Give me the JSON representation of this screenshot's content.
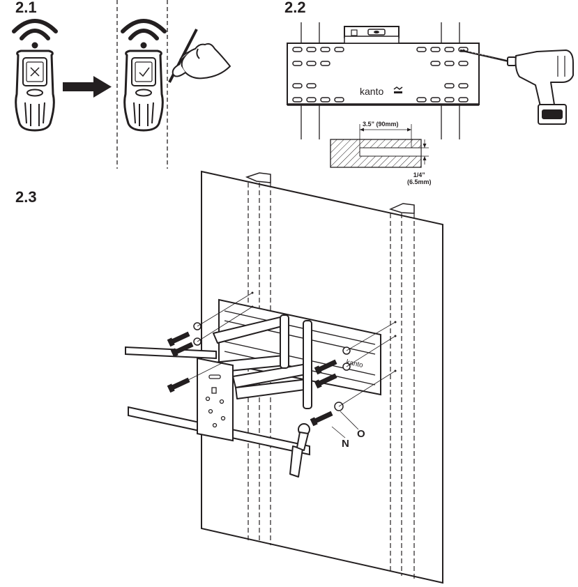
{
  "steps": {
    "s21": "2.1",
    "s22": "2.2",
    "s23": "2.3"
  },
  "dimensions": {
    "depth": "3.5” (90mm)",
    "hole_line1": "1/4”",
    "hole_line2": "(6.5mm)"
  },
  "brand": "kanto",
  "parts": {
    "n": "N",
    "o": "O"
  },
  "colors": {
    "ink": "#231f20",
    "fill": "#ffffff",
    "hatch": "#231f20"
  }
}
